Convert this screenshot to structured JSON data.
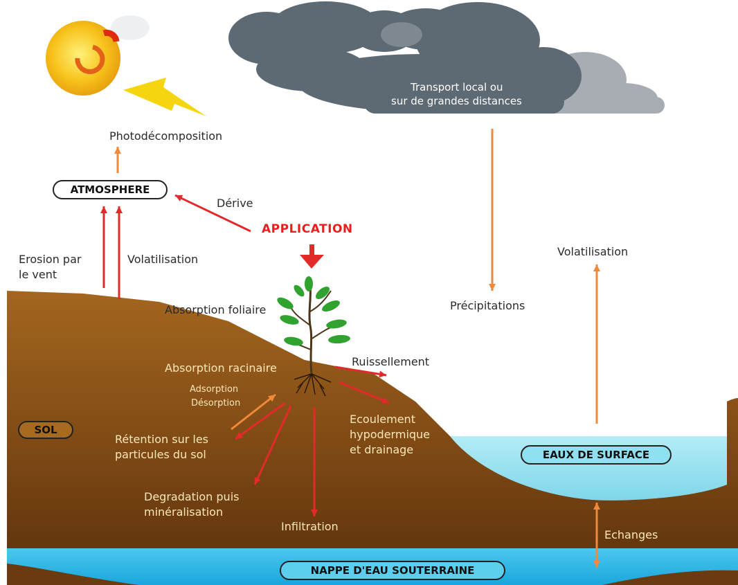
{
  "colors": {
    "soil_top": "#a4661f",
    "soil_bottom": "#5a300c",
    "water": "#8fe0f0",
    "groundwater": "#2ab8e8",
    "cloud": "#5d6a73",
    "arrow_red": "#e22a2a",
    "arrow_orange": "#f08a3a",
    "sun": "#f7c21b",
    "lightning": "#f5d50d"
  },
  "icons": {
    "sun": "sun-icon",
    "lightning": "lightning-icon",
    "cloud": "cloud-icon",
    "plant": "plant-icon",
    "application_arrow": "down-arrow-icon"
  },
  "labels": {
    "transport_line1": "Transport local ou",
    "transport_line2": "sur de grandes distances",
    "photodecomposition": "Photodécomposition",
    "atmosphere": "ATMOSPHERE",
    "derive": "Dérive",
    "application": "APPLICATION",
    "erosion_line1": "Erosion par",
    "erosion_line2": "le vent",
    "volatilisation_left": "Volatilisation",
    "volatilisation_right": "Volatilisation",
    "precipitations": "Précipitations",
    "absorption_foliaire": "Absorption foliaire",
    "ruissellement": "Ruissellement",
    "absorption_racinaire": "Absorption racinaire",
    "adsorption": "Adsorption",
    "desorption": "Désorption",
    "sol": "SOL",
    "retention_line1": "Rétention sur les",
    "retention_line2": "particules du sol",
    "ecoulement_line1": "Ecoulement",
    "ecoulement_line2": "hypodermique",
    "ecoulement_line3": "et drainage",
    "eaux_de_surface": "EAUX DE SURFACE",
    "degradation_line1": "Degradation puis",
    "degradation_line2": "minéralisation",
    "infiltration": "Infiltration",
    "echanges": "Echanges",
    "nappe": "NAPPE D'EAU SOUTERRAINE"
  }
}
